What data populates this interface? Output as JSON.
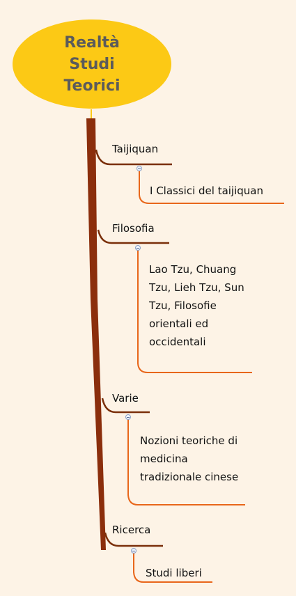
{
  "root": {
    "title": "Realtà Studi Teorici"
  },
  "branches": [
    {
      "label": "Taijiquan",
      "children": [
        "I Classici del taijiquan"
      ]
    },
    {
      "label": "Filosofia",
      "children": [
        "Lao Tzu, Chuang Tzu, Lieh Tzu, Sun Tzu, Filosofie orientali ed occidentali"
      ]
    },
    {
      "label": "Varie",
      "children": [
        "Nozioni teoriche di medicina tradizionale cinese"
      ]
    },
    {
      "label": "Ricerca",
      "children": [
        "Studi liberi"
      ]
    }
  ],
  "colors": {
    "root_fill": "#fcc915",
    "trunk": "#8b2e0c",
    "branch_line": "#7a2f0a",
    "sub_line": "#e8661a",
    "background": "#fdf3e6"
  }
}
